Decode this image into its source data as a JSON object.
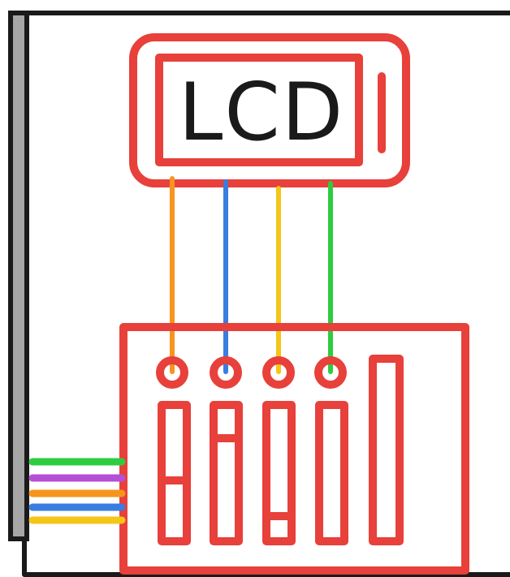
{
  "lcd": {
    "label": "LCD"
  },
  "colors": {
    "outline": "#e8403a",
    "frame": "#1a1a1a",
    "side_bar_fill": "#a6a6a6",
    "text": "#1a1a1a",
    "wire_orange": "#f7941d",
    "wire_blue": "#3a7de0",
    "wire_yellow": "#f5c518",
    "wire_green": "#2ecc40",
    "wire_purple": "#b44fd6"
  },
  "lcd_wires": [
    "wire_orange",
    "wire_blue",
    "wire_yellow",
    "wire_green"
  ],
  "side_cable_wires": [
    "wire_green",
    "wire_purple",
    "wire_orange",
    "wire_blue",
    "wire_yellow"
  ]
}
